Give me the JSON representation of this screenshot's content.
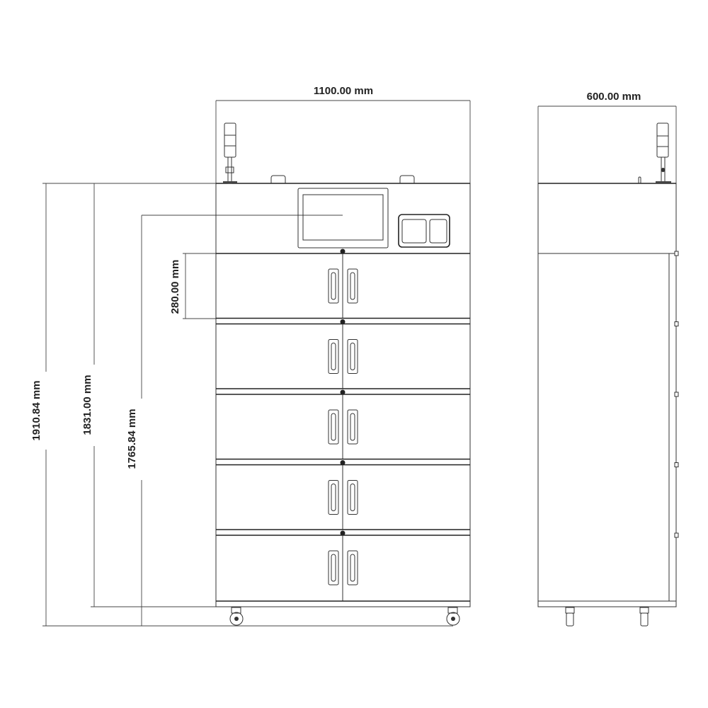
{
  "front_view": {
    "width_label": "1100.00 mm",
    "total_height_label": "1910.84 mm",
    "body_height_label": "1831.00 mm",
    "screen_height_label": "1765.84 mm",
    "drawer_height_label": "280.00 mm",
    "drawer_count": 5
  },
  "side_view": {
    "depth_label": "600.00 mm"
  },
  "colors": {
    "line": "#333333",
    "background": "#ffffff"
  }
}
